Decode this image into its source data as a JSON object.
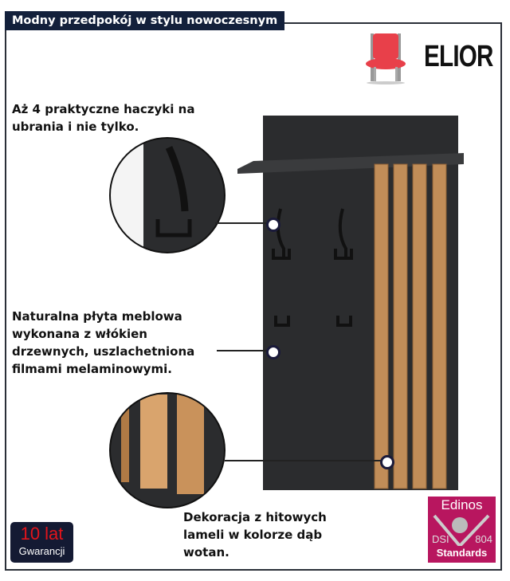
{
  "title": "Modny przedpokój w stylu nowoczesnym",
  "brand": {
    "name": "ELIOR"
  },
  "features": [
    {
      "lines": [
        "Aż 4 praktyczne haczyki na",
        "ubrania i nie tylko."
      ]
    },
    {
      "lines": [
        "Naturalna płyta meblowa",
        "wykonana z włókien",
        "drzewnych, uszlachetniona",
        "filmami melaminowymi."
      ]
    },
    {
      "lines": [
        "Dekoracja z hitowych",
        "lameli w kolorze dąb",
        "wotan."
      ]
    }
  ],
  "warranty": {
    "years": "10 lat",
    "label": "Gwarancji"
  },
  "certificate": {
    "name": "Edinos",
    "left": "DSI",
    "right": "804",
    "bottom": "Standards"
  },
  "colors": {
    "navy": "#13203b",
    "panel": "#2b2c2e",
    "oak": "#c18d58",
    "magenta": "#b8165f",
    "chair": "#e8404a"
  }
}
